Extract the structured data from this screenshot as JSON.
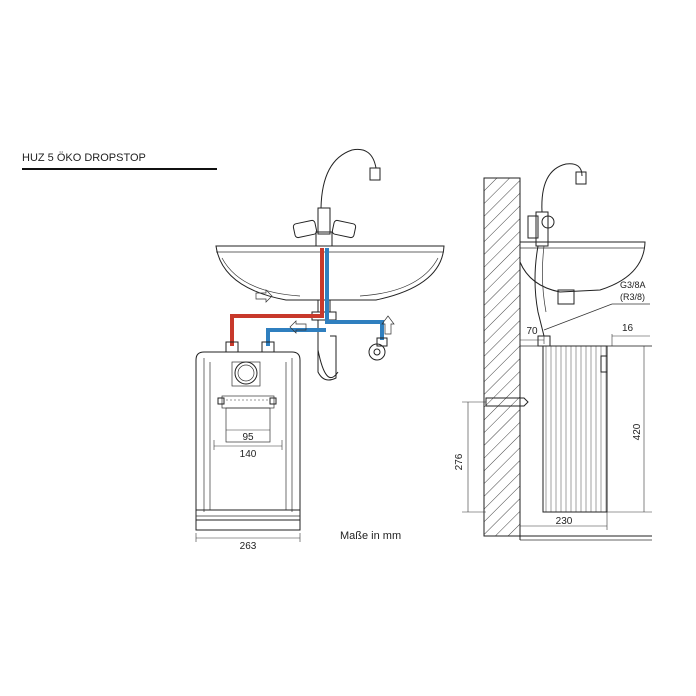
{
  "title": "HUZ 5 ÖKO DROPSTOP",
  "units_note": "Maße in mm",
  "colors": {
    "hot_water": "#c8392b",
    "cold_water": "#2f7fbf",
    "line": "#222222",
    "hatch": "#444444"
  },
  "front_view": {
    "dim_width_total": "263",
    "dim_inner_140": "140",
    "dim_inner_95": "95"
  },
  "side_view": {
    "connection_thread": "G3/8A",
    "connection_thread_alt": "(R3/8)",
    "dim_70": "70",
    "dim_16": "16",
    "dim_height_420": "420",
    "dim_mount_276": "276",
    "dim_depth_230": "230"
  },
  "icons": [
    "flow-arrow-right-icon",
    "flow-arrow-left-icon",
    "flow-arrow-up-icon"
  ]
}
